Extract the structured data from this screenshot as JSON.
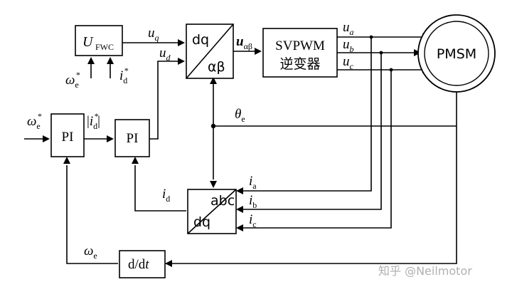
{
  "blocks": {
    "fwc": {
      "main": "U",
      "sub": "FWC"
    },
    "pi_speed": "PI",
    "pi_current": "PI",
    "park_inverse": {
      "top": "dq",
      "bottom": "αβ"
    },
    "svpwm": {
      "line1": "SVPWM",
      "line2": "逆变器"
    },
    "pmsm": "PMSM",
    "clarke_park": {
      "top": "abc",
      "bottom": "dq"
    },
    "derivative": {
      "d": "d/d",
      "t": "t"
    }
  },
  "signals": {
    "uq": {
      "main": "u",
      "sub": "q"
    },
    "ud": {
      "main": "u",
      "sub": "d"
    },
    "u_alpha_beta": {
      "main": "u",
      "sub": "αβ"
    },
    "ua": {
      "main": "u",
      "sub": "a"
    },
    "ub": {
      "main": "u",
      "sub": "b"
    },
    "uc": {
      "main": "u",
      "sub": "c"
    },
    "theta_e": {
      "main": "θ",
      "sub": "e"
    },
    "omega_e_ref_top": {
      "main": "ω",
      "sub": "e",
      "sup": "*"
    },
    "id_ref_top": {
      "main": "i",
      "sub": "d",
      "sup": "*"
    },
    "omega_e_ref": {
      "main": "ω",
      "sub": "e",
      "sup": "*"
    },
    "abs_id_ref": {
      "main": "i",
      "sub": "d",
      "sup": "*",
      "bars": "|"
    },
    "ia": {
      "main": "i",
      "sub": "a"
    },
    "ib": {
      "main": "i",
      "sub": "b"
    },
    "ic": {
      "main": "i",
      "sub": "c"
    },
    "id": {
      "main": "i",
      "sub": "d"
    },
    "omega_e": {
      "main": "ω",
      "sub": "e"
    }
  },
  "watermark": "知乎 @Neilmotor"
}
